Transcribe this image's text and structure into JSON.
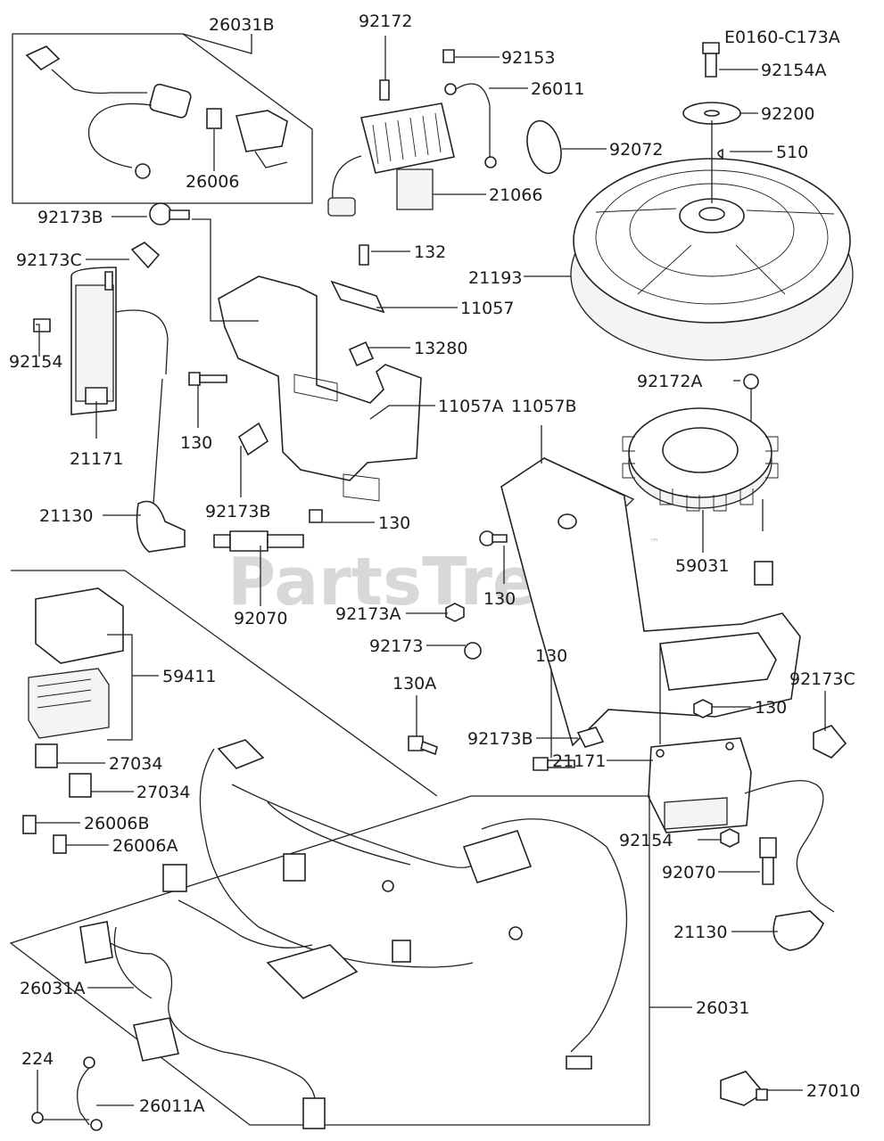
{
  "catalog_code": "E0160-C173A",
  "watermark": "PartsTree",
  "watermark_tm": "™",
  "callouts": [
    "26031B",
    "26006",
    "92172",
    "92153",
    "26011",
    "92072",
    "21066",
    "92154A",
    "92200",
    "510",
    "21193",
    "92173B",
    "92173C",
    "92154",
    "21171",
    "132",
    "11057",
    "13280",
    "130",
    "11057A",
    "11057B",
    "92173B",
    "130",
    "21130",
    "92070",
    "92172A",
    "59031",
    "130",
    "92173A",
    "92173",
    "130A",
    "130",
    "92173B",
    "130",
    "92173C",
    "21171",
    "92154",
    "92070",
    "21130",
    "59411",
    "27034",
    "27034",
    "26006B",
    "26006A",
    "26031A",
    "26031",
    "224",
    "26011A",
    "27010"
  ]
}
